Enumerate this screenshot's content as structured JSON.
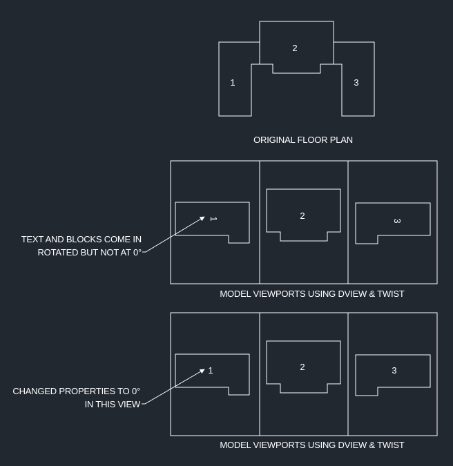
{
  "colors": {
    "background": "#212830",
    "line": "#ffffff"
  },
  "original": {
    "caption": "ORIGINAL FLOOR PLAN",
    "rooms": [
      "1",
      "2",
      "3"
    ]
  },
  "viewport_set_1": {
    "caption": "MODEL VIEWPORTS USING DVIEW & TWIST",
    "labels": [
      "1",
      "2",
      "3"
    ],
    "label_rotations_deg": [
      90,
      0,
      90
    ],
    "note_lines": [
      "TEXT AND BLOCKS COME IN",
      "ROTATED BUT NOT AT 0°"
    ]
  },
  "viewport_set_2": {
    "caption": "MODEL VIEWPORTS USING DVIEW & TWIST",
    "labels": [
      "1",
      "2",
      "3"
    ],
    "label_rotations_deg": [
      0,
      0,
      0
    ],
    "note_lines": [
      "CHANGED PROPERTIES TO 0°",
      "IN THIS VIEW"
    ]
  },
  "icons": {
    "leader": "leader-arrow-icon"
  }
}
